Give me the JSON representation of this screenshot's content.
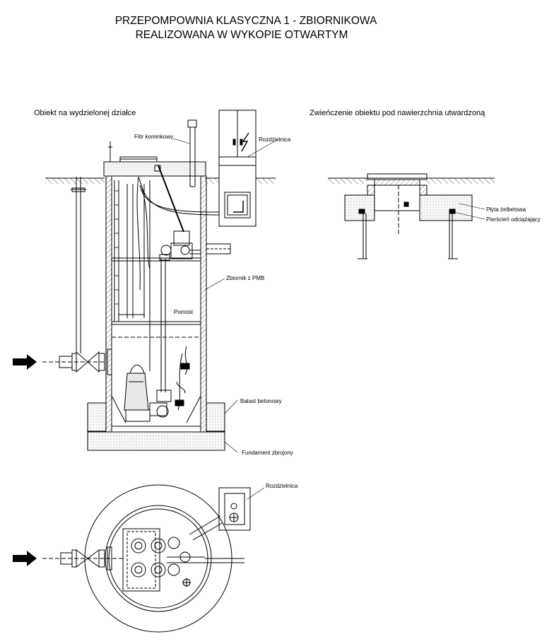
{
  "title": {
    "line1": "PRZEPOMPOWNIA KLASYCZNA 1 - ZBIORNIKOWA",
    "line2": "REALIZOWANA W WYKOPIE OTWARTYM"
  },
  "captions": {
    "left": "Obiekt na wydzielonej działce",
    "right": "Zwieńczenie obiektu pod nawierzchnia utwardzoną"
  },
  "labels": {
    "filtr": "Filtr kominkowy",
    "rozdzielnica_top": "Rozdzielnica",
    "zbiornik": "Zbiornik z PMB",
    "pomost": "Pomost",
    "balast": "Balast betonowy",
    "fundament": "Fundament zbrojony",
    "plyta": "Płyta żelbetowa",
    "pierscien": "Pierścień odciążający",
    "rozdzielnica_bottom": "Rozdzielnica"
  },
  "colors": {
    "line": "#000000",
    "hatch": "#555555",
    "background": "#ffffff"
  }
}
